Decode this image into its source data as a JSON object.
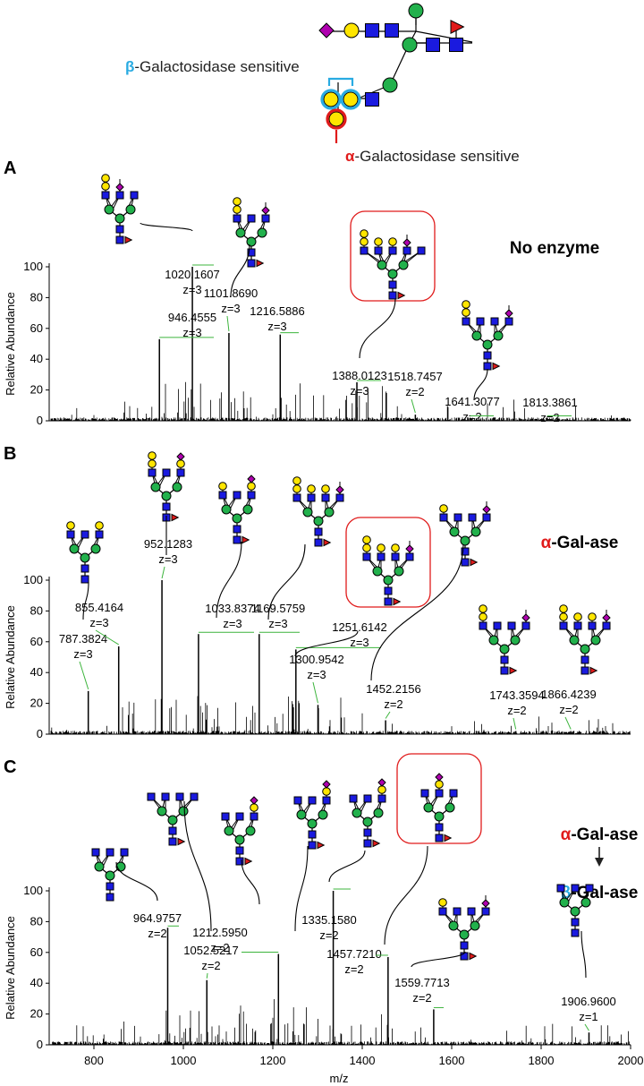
{
  "legend": {
    "beta_label": "β-Galactosidase sensitive",
    "alpha_label": "α-Galactosidase sensitive",
    "beta_symbol": "β",
    "beta_rest": "-Galactosidase sensitive",
    "alpha_symbol": "α",
    "alpha_rest": "-Galactosidase sensitive"
  },
  "colors": {
    "blue_square": "#1a1adf",
    "green_circle": "#22b14c",
    "yellow_circle": "#ffe600",
    "red_triangle": "#e01b1b",
    "purple_diamond": "#b000b0",
    "beta_accent": "#29abe2",
    "alpha_accent": "#e01b1b",
    "annotation_line": "#3cb43c"
  },
  "chart_data": [
    {
      "type": "line",
      "panel": "A",
      "condition_label": "No enzyme",
      "ylabel": "Relative Abundance",
      "xlim": [
        700,
        2000
      ],
      "ylim": [
        0,
        100
      ],
      "yticks": [
        0,
        20,
        40,
        60,
        80,
        100
      ],
      "peaks": [
        {
          "mz": 946.4555,
          "z": "z=3",
          "rel": 53
        },
        {
          "mz": 1020.1607,
          "z": "z=3",
          "rel": 100
        },
        {
          "mz": 1101.869,
          "z": "z=3",
          "rel": 57
        },
        {
          "mz": 1216.5886,
          "z": "z=3",
          "rel": 56
        },
        {
          "mz": 1388.0123,
          "z": "z=3",
          "rel": 25
        },
        {
          "mz": 1518.7457,
          "z": "z=2",
          "rel": 4
        },
        {
          "mz": 1641.3077,
          "z": "z=2",
          "rel": 2
        },
        {
          "mz": 1813.3861,
          "z": "z=2",
          "rel": 2
        }
      ],
      "labels": [
        {
          "mz": "946.4555",
          "z": "z=3"
        },
        {
          "mz": "1020.1607",
          "z": "z=3"
        },
        {
          "mz": "1101.8690",
          "z": "z=3"
        },
        {
          "mz": "1216.5886",
          "z": "z=3"
        },
        {
          "mz": "1388.0123",
          "z": "z=3"
        },
        {
          "mz": "1518.7457",
          "z": "z=2"
        },
        {
          "mz": "1641.3077",
          "z": "z=2"
        },
        {
          "mz": "1813.3861",
          "z": "z=2"
        }
      ]
    },
    {
      "type": "line",
      "panel": "B",
      "condition_label": "α-Gal-ase",
      "condition_symbol": "α",
      "condition_rest": "-Gal-ase",
      "ylabel": "Relative Abundance",
      "xlim": [
        700,
        2000
      ],
      "ylim": [
        0,
        100
      ],
      "yticks": [
        0,
        20,
        40,
        60,
        80,
        100
      ],
      "peaks": [
        {
          "mz": 787.3824,
          "z": "z=3",
          "rel": 28
        },
        {
          "mz": 855.4164,
          "z": "z=3",
          "rel": 57
        },
        {
          "mz": 952.1283,
          "z": "z=3",
          "rel": 100
        },
        {
          "mz": 1033.8374,
          "z": "z=3",
          "rel": 65
        },
        {
          "mz": 1169.5759,
          "z": "z=3",
          "rel": 65
        },
        {
          "mz": 1251.6142,
          "z": "z=3",
          "rel": 55
        },
        {
          "mz": 1300.9542,
          "z": "z=3",
          "rel": 19
        },
        {
          "mz": 1452.2156,
          "z": "z=2",
          "rel": 9
        },
        {
          "mz": 1743.3594,
          "z": "z=2",
          "rel": 2
        },
        {
          "mz": 1866.4239,
          "z": "z=2",
          "rel": 2
        }
      ],
      "labels": [
        {
          "mz": "787.3824",
          "z": "z=3"
        },
        {
          "mz": "855.4164",
          "z": "z=3"
        },
        {
          "mz": "952.1283",
          "z": "z=3"
        },
        {
          "mz": "1033.8374",
          "z": "z=3"
        },
        {
          "mz": "1169.5759",
          "z": "z=3"
        },
        {
          "mz": "1251.6142",
          "z": "z=3"
        },
        {
          "mz": "1300.9542",
          "z": "z=3"
        },
        {
          "mz": "1452.2156",
          "z": "z=2"
        },
        {
          "mz": "1743.3594",
          "z": "z=2"
        },
        {
          "mz": "1866.4239",
          "z": "z=2"
        }
      ]
    },
    {
      "type": "line",
      "panel": "C",
      "condition_label": "α-Gal-ase → β-Gal-ase",
      "condition_line1_symbol": "α",
      "condition_line1_rest": "-Gal-ase",
      "condition_line2_symbol": "β",
      "condition_line2_rest": "-Gal-ase",
      "ylabel": "Relative Abundance",
      "xlabel": "m/z",
      "xlim": [
        700,
        2000
      ],
      "xticks": [
        800,
        1000,
        1200,
        1400,
        1600,
        1800,
        2000
      ],
      "ylim": [
        0,
        100
      ],
      "yticks": [
        0,
        20,
        40,
        60,
        80,
        100
      ],
      "peaks": [
        {
          "mz": 964.9757,
          "z": "z=2",
          "rel": 76
        },
        {
          "mz": 1052.5217,
          "z": "z=2",
          "rel": 42
        },
        {
          "mz": 1212.595,
          "z": "z=2",
          "rel": 59
        },
        {
          "mz": 1335.158,
          "z": "z=2",
          "rel": 100
        },
        {
          "mz": 1457.721,
          "z": "z=2",
          "rel": 57
        },
        {
          "mz": 1559.7713,
          "z": "z=2",
          "rel": 23
        },
        {
          "mz": 1906.96,
          "z": "z=1",
          "rel": 8
        }
      ],
      "labels": [
        {
          "mz": "964.9757",
          "z": "z=2"
        },
        {
          "mz": "1052.5217",
          "z": "z=2"
        },
        {
          "mz": "1212.5950",
          "z": "z=2"
        },
        {
          "mz": "1335.1580",
          "z": "z=2"
        },
        {
          "mz": "1457.7210",
          "z": "z=2"
        },
        {
          "mz": "1559.7713",
          "z": "z=2"
        },
        {
          "mz": "1906.9600",
          "z": "z=1"
        }
      ]
    }
  ]
}
